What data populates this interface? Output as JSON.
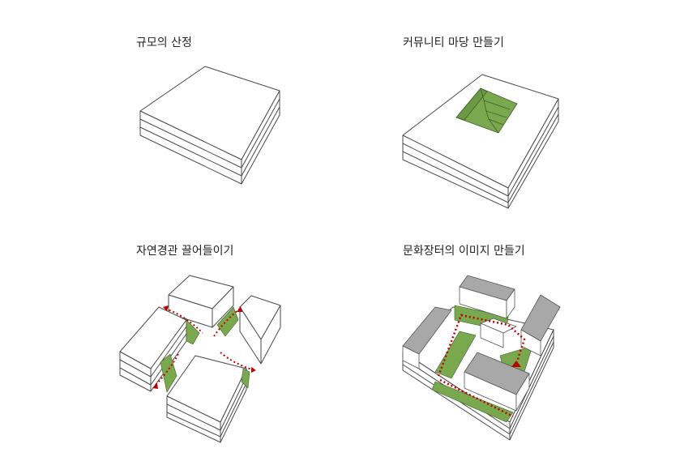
{
  "panels": [
    {
      "title": "규모의 산정"
    },
    {
      "title": "커뮤니티 마당 만들기"
    },
    {
      "title": "자연경관 끌어들이기"
    },
    {
      "title": "문화장터의 이미지 만들기"
    }
  ],
  "colors": {
    "outline": "#4a4a4a",
    "face": "#ffffff",
    "green": "#7aa84f",
    "green_dark": "#5f8a3a",
    "roof": "#a8a8a8",
    "roof_dark": "#8c8c8c",
    "path": "#c00000"
  },
  "icons": {
    "scale_mass": "block-mass-icon",
    "courtyard": "courtyard-block-icon",
    "landscape": "split-blocks-icon",
    "market": "market-roofs-icon"
  }
}
